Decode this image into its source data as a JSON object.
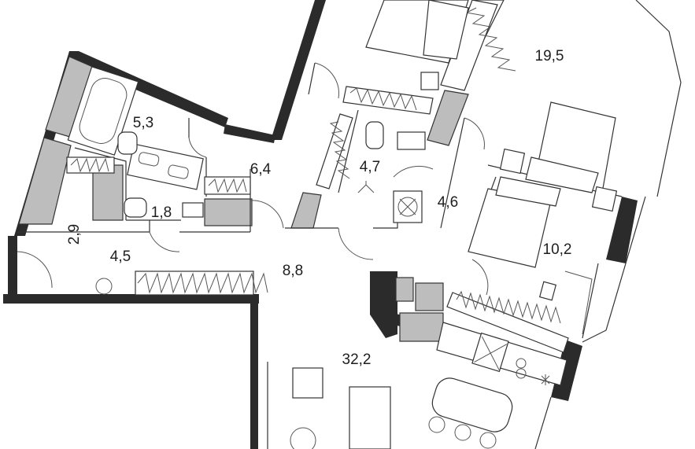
{
  "plan": {
    "rooms": [
      {
        "id": "bedroom-top",
        "area": "19,5"
      },
      {
        "id": "bathroom-left",
        "area": "5,3"
      },
      {
        "id": "hall-small",
        "area": "6,4"
      },
      {
        "id": "bathroom-center",
        "area": "4,7"
      },
      {
        "id": "corridor-right",
        "area": "4,6"
      },
      {
        "id": "wc",
        "area": "1,8"
      },
      {
        "id": "storage",
        "area": "2,9"
      },
      {
        "id": "entrance",
        "area": "4,5"
      },
      {
        "id": "hall",
        "area": "8,8"
      },
      {
        "id": "bedroom-right",
        "area": "10,2"
      },
      {
        "id": "living-kitchen",
        "area": "32,2"
      }
    ],
    "colors": {
      "wall": "#2b2b2b",
      "fill": "#bdbdbd",
      "line": "#333333"
    }
  }
}
